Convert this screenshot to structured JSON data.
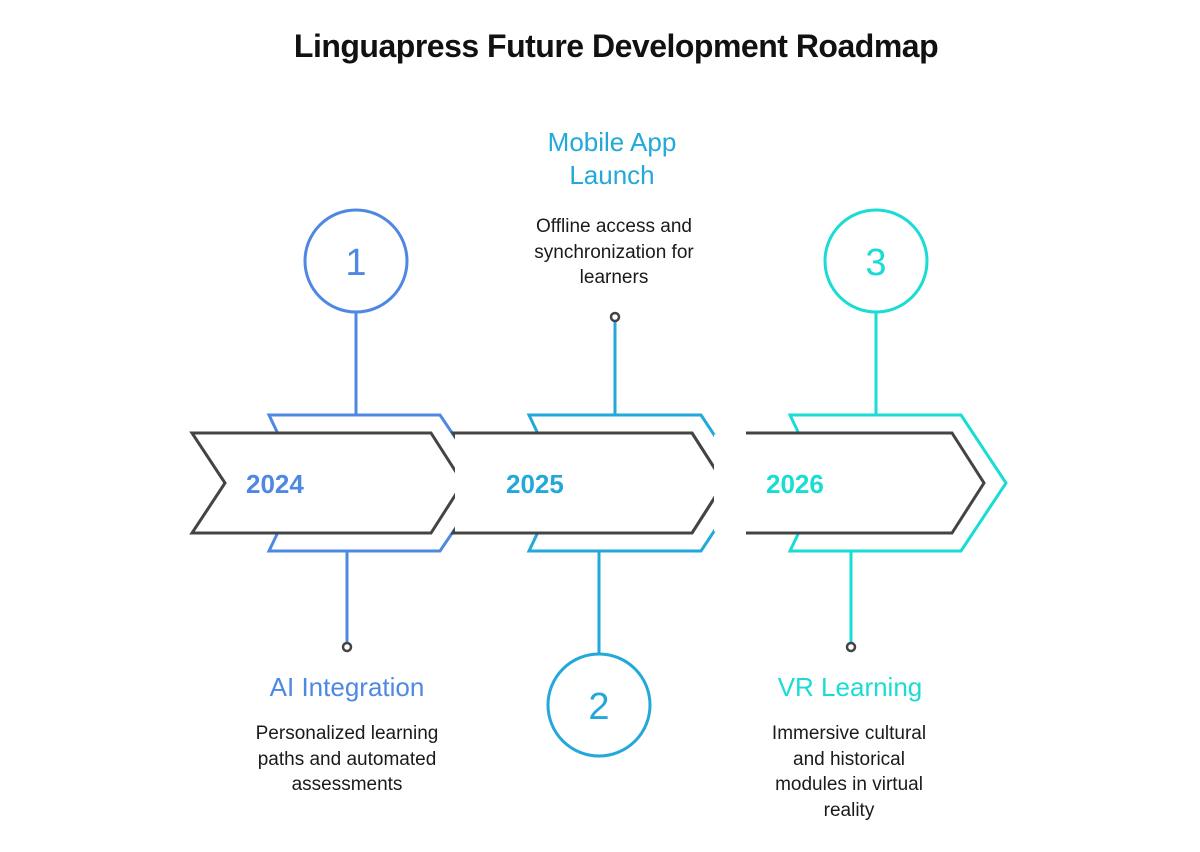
{
  "title": "Linguapress Future Development Roadmap",
  "colors": {
    "step1": "#4f88e3",
    "step2": "#22a9d9",
    "step3": "#19dcd5",
    "outline": "#444444",
    "text": "#1a1a1a"
  },
  "milestones": [
    {
      "number": "1",
      "year": "2024",
      "heading": "AI Integration",
      "description": "Personalized learning paths and automated assessments"
    },
    {
      "number": "2",
      "year": "2025",
      "heading": "Mobile App Launch",
      "description": "Offline access and synchronization for learners"
    },
    {
      "number": "3",
      "year": "2026",
      "heading": "VR Learning",
      "description": "Immersive cultural and historical modules in virtual reality"
    }
  ]
}
